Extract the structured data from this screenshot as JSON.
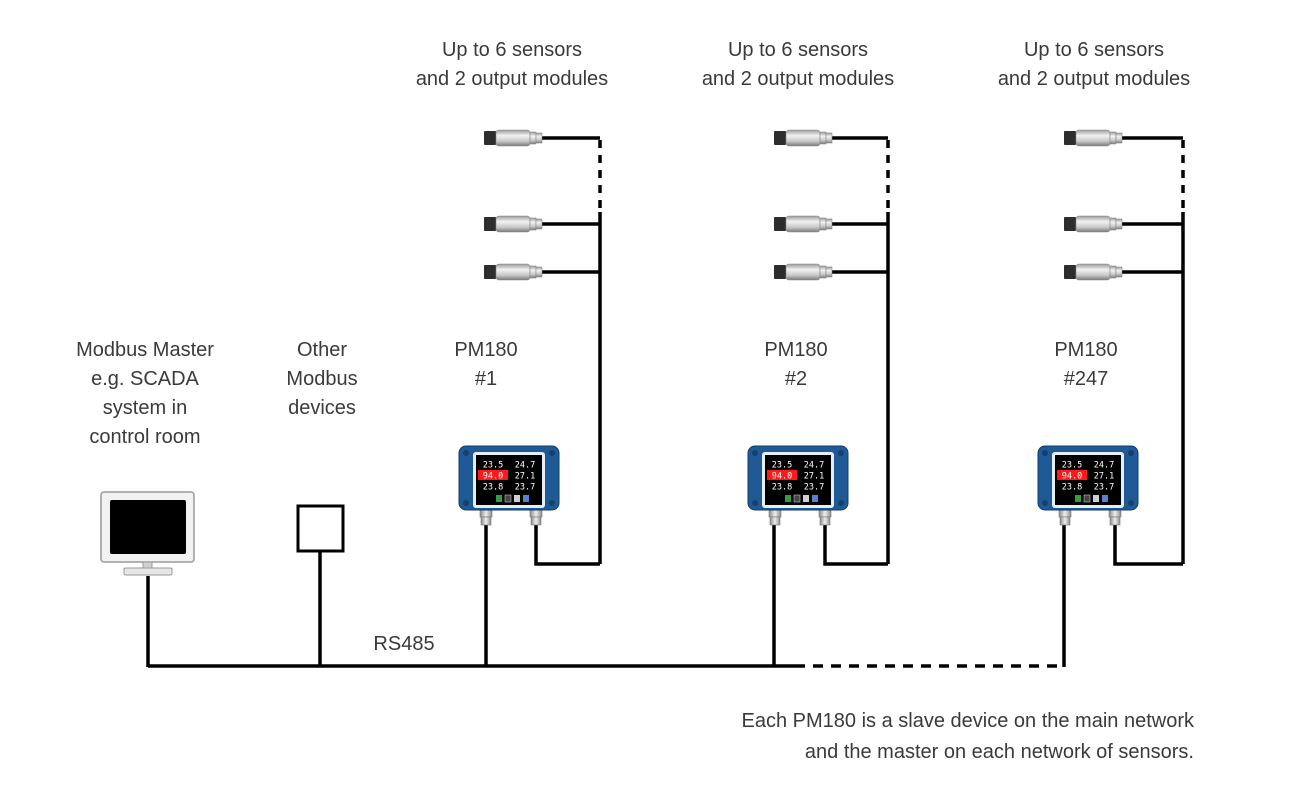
{
  "master": {
    "label_lines": [
      "Modbus Master",
      "e.g. SCADA",
      "system in",
      "control room"
    ],
    "icon": "monitor-icon"
  },
  "other_devices": {
    "label_lines": [
      "Other",
      "Modbus",
      "devices"
    ],
    "icon": "device-box-icon"
  },
  "bus_label": "RS485",
  "devices": [
    {
      "name_lines": [
        "PM180",
        "#1"
      ],
      "capacity_lines": [
        "Up to 6 sensors",
        "and 2 output modules"
      ],
      "screen": {
        "cells": [
          "23.5",
          "24.7",
          "94.0",
          "27.1",
          "23.8",
          "23.7"
        ],
        "alarm_cell": "94.0"
      }
    },
    {
      "name_lines": [
        "PM180",
        "#2"
      ],
      "capacity_lines": [
        "Up to 6 sensors",
        "and 2 output modules"
      ],
      "screen": {
        "cells": [
          "23.5",
          "24.7",
          "94.0",
          "27.1",
          "23.8",
          "23.7"
        ],
        "alarm_cell": "94.0"
      }
    },
    {
      "name_lines": [
        "PM180",
        "#247"
      ],
      "capacity_lines": [
        "Up to 6 sensors",
        "and 2 output modules"
      ],
      "screen": {
        "cells": [
          "23.5",
          "24.7",
          "94.0",
          "27.1",
          "23.8",
          "23.7"
        ],
        "alarm_cell": "94.0"
      }
    }
  ],
  "footnote_lines": [
    "Each PM180 is a slave device on the main network",
    "and the master on each network of sensors."
  ],
  "colors": {
    "wire": "#000000",
    "enclosure": "#1f5a96",
    "alarm": "#ff1a1a",
    "screen": "#000000",
    "sensor_body": "#c8c8c8"
  }
}
